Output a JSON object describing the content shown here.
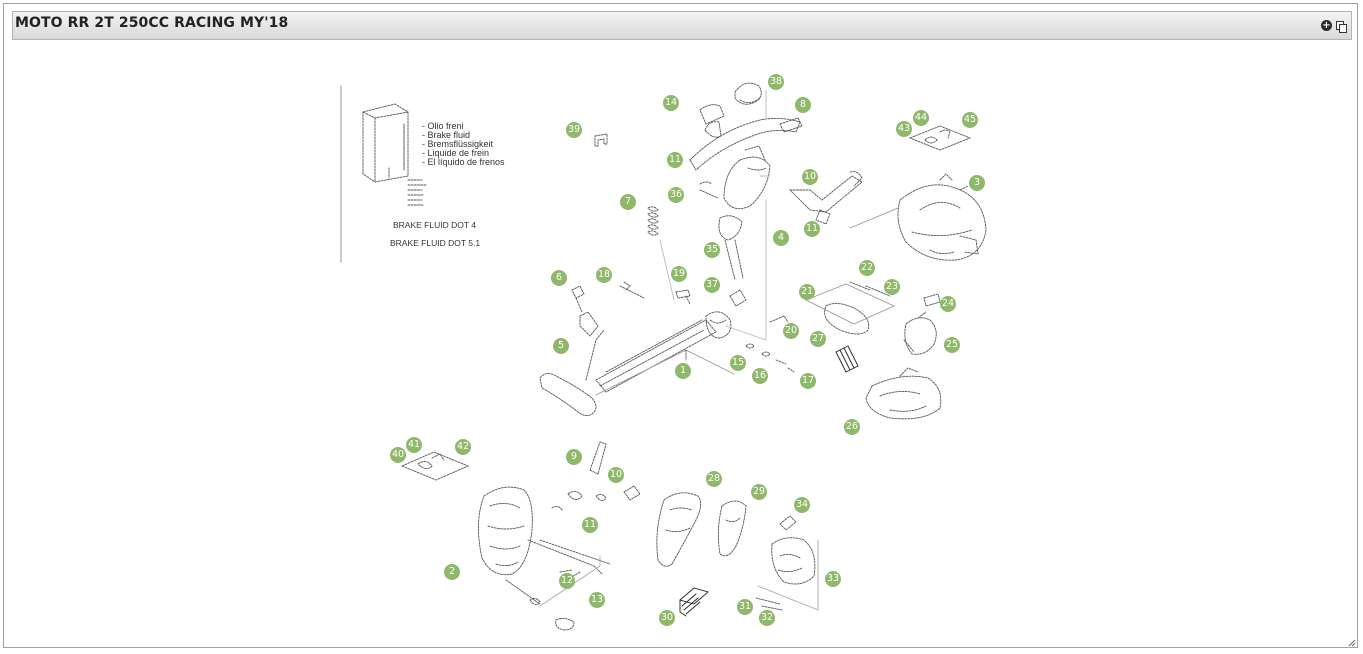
{
  "panel": {
    "title": "MOTO RR 2T 250CC RACING MY'18",
    "expand_icon": "plus-circle-icon",
    "popout_icon": "copy-window-icon"
  },
  "legend": {
    "languages": [
      "- Olio freni",
      "- Brake fluid",
      "- Bremsflüssigkeit",
      "- Liquide de frein",
      "- El líquido de frenos"
    ],
    "fluid_dot4": "BRAKE FLUID DOT 4",
    "fluid_dot51": "BRAKE FLUID DOT 5.1"
  },
  "callouts": [
    "38",
    "14",
    "8",
    "39",
    "44",
    "45",
    "43",
    "11",
    "10",
    "3",
    "7",
    "36",
    "11",
    "35",
    "4",
    "22",
    "23",
    "6",
    "18",
    "19",
    "37",
    "21",
    "24",
    "5",
    "20",
    "27",
    "25",
    "1",
    "15",
    "16",
    "17",
    "26",
    "41",
    "42",
    "40",
    "9",
    "10",
    "11",
    "28",
    "29",
    "34",
    "2",
    "12",
    "33",
    "13",
    "30",
    "31",
    "32"
  ]
}
